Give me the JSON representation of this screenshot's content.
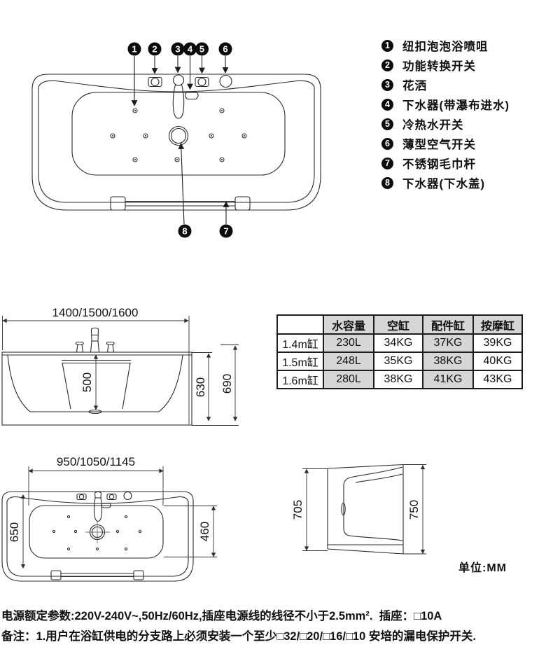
{
  "legend": {
    "items": [
      {
        "num": "1",
        "label": "纽扣泡泡浴喷咀"
      },
      {
        "num": "2",
        "label": "功能转换开关"
      },
      {
        "num": "3",
        "label": "花洒"
      },
      {
        "num": "4",
        "label": "下水器(带瀑布进水)"
      },
      {
        "num": "5",
        "label": "冷热水开关"
      },
      {
        "num": "6",
        "label": "薄型空气开关"
      },
      {
        "num": "7",
        "label": "不锈钢毛巾杆"
      },
      {
        "num": "8",
        "label": "下水器(下水盖)"
      }
    ]
  },
  "dimensions": {
    "front_width": "1400/1500/1600",
    "front_inner_depth": "500",
    "front_rim_height": "630",
    "front_overall_height": "690",
    "plan_inner_width": "950/1050/1145",
    "plan_width": "650",
    "plan_inner_depth": "460",
    "end_left_height": "705",
    "end_right_height": "750",
    "unit_label": "单位:MM"
  },
  "spec_table": {
    "headers": [
      "",
      "水容量",
      "空缸",
      "配件缸",
      "按摩缸"
    ],
    "rows": [
      {
        "label": "1.4m缸",
        "values": [
          "230L",
          "34KG",
          "37KG",
          "39KG"
        ]
      },
      {
        "label": "1.5m缸",
        "values": [
          "248L",
          "35KG",
          "38KG",
          "40KG"
        ]
      },
      {
        "label": "1.6m缸",
        "values": [
          "280L",
          "38KG",
          "41KG",
          "43KG"
        ]
      }
    ]
  },
  "notes": {
    "power": "电源额定参数:220V-240V~,50Hz/60Hz,插座电源线的线径不小于2.5mm².  插座：□10A",
    "remark": "备注：1.用户在浴缸供电的分支路上必须安装一个至少□32/□20/□16/□10 安培的漏电保护开关."
  }
}
